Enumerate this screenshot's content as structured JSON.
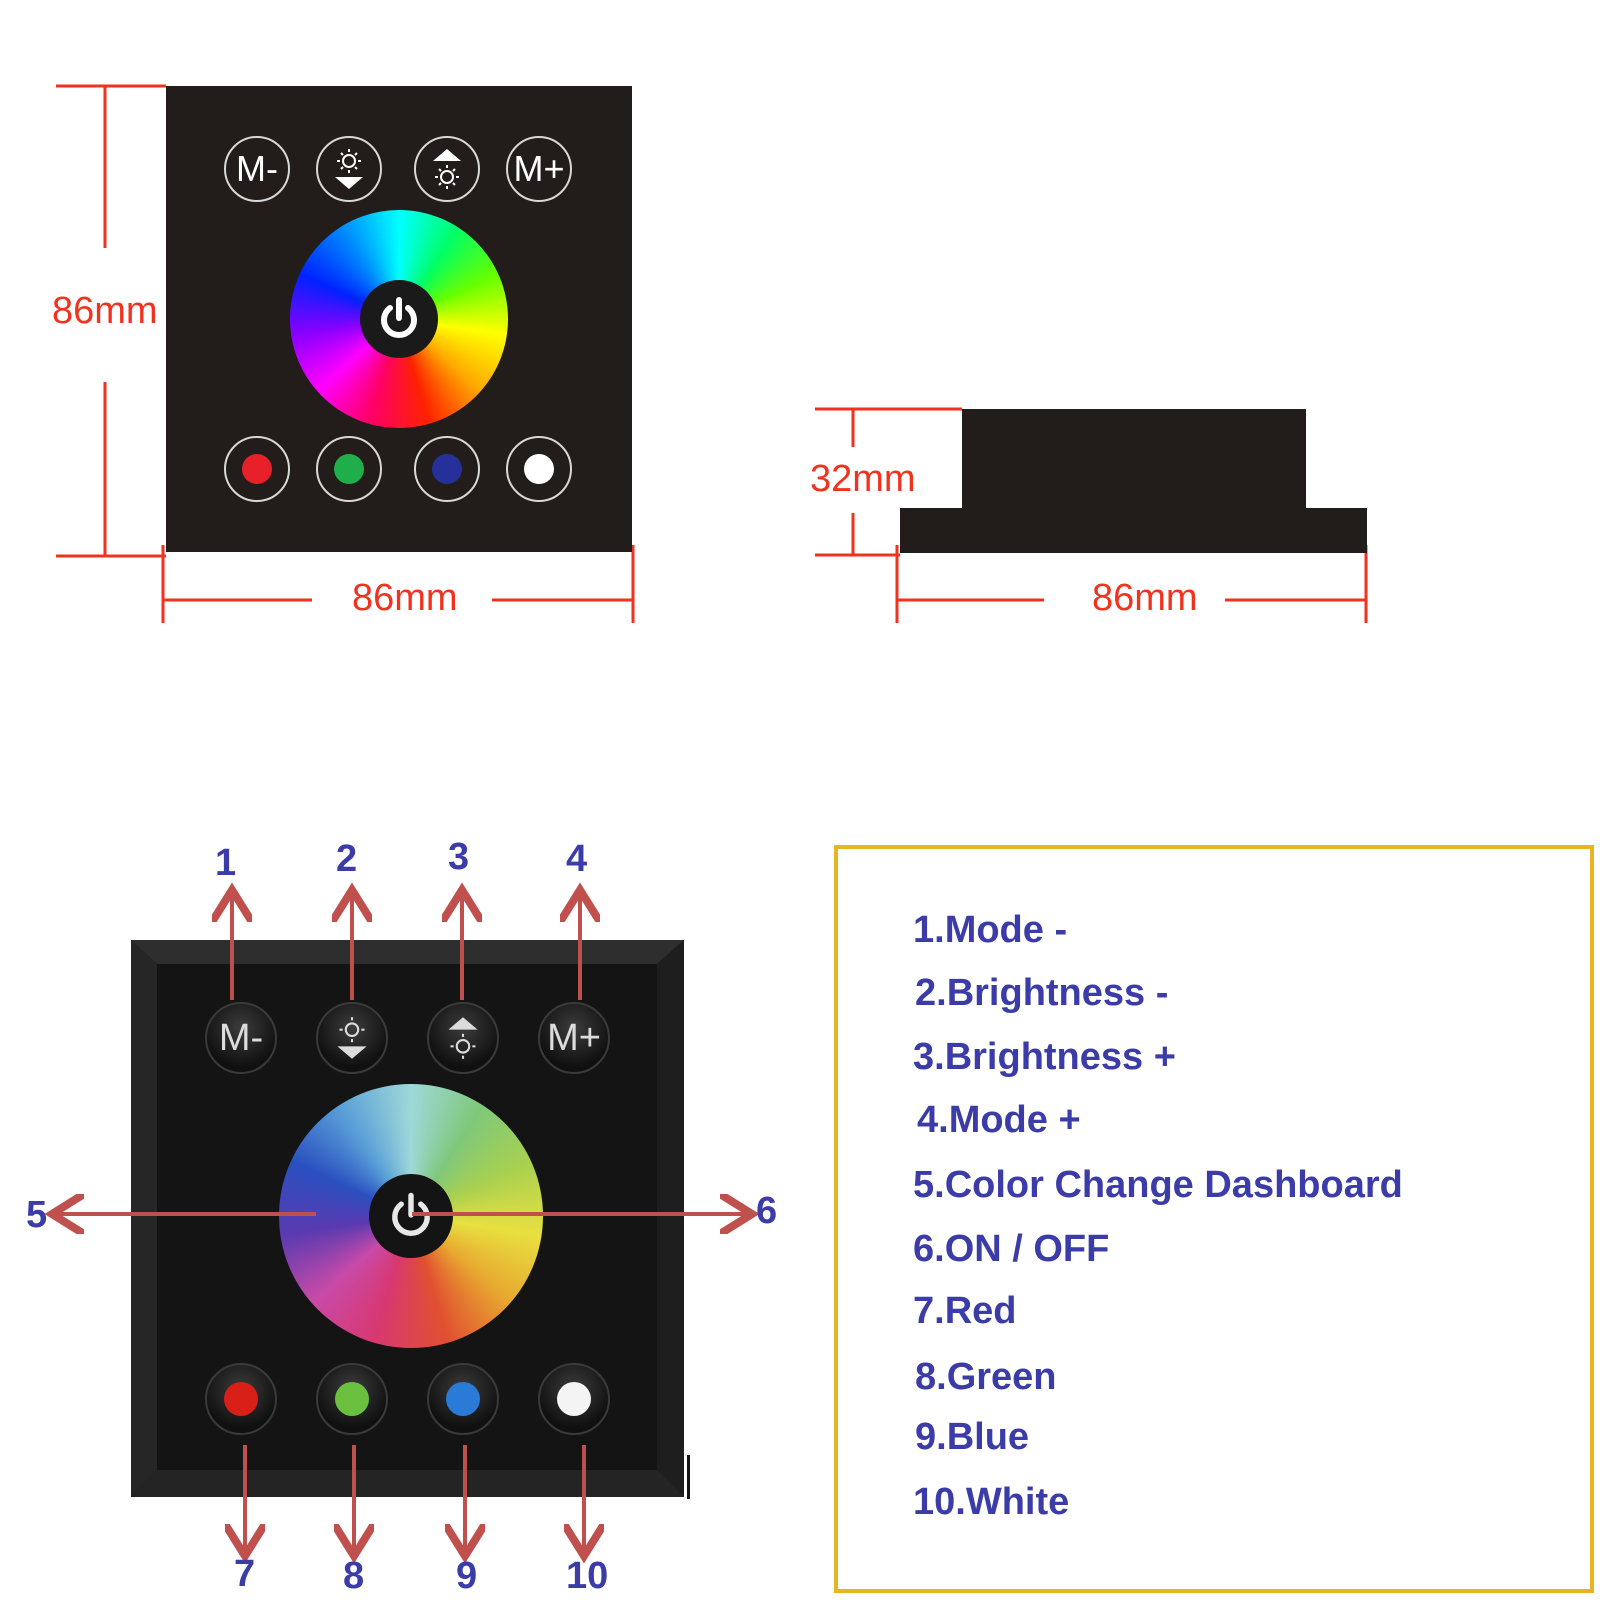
{
  "dimensions": {
    "front_height": "86mm",
    "front_width": "86mm",
    "side_depth": "32mm",
    "side_width": "86mm"
  },
  "panel": {
    "mode_minus_label": "M-",
    "mode_plus_label": "M+",
    "red_color": "#e8202a",
    "green_color": "#1fae4a",
    "blue_color": "#26309a",
    "white_color": "#ffffff",
    "photo_red": "#d82018",
    "photo_green": "#6cc040",
    "photo_blue": "#2a7ad8",
    "photo_white": "#f4f4f4"
  },
  "callouts": [
    "1",
    "2",
    "3",
    "4",
    "5",
    "6",
    "7",
    "8",
    "9",
    "10"
  ],
  "legend": {
    "border_color": "#e8b422",
    "text_color": "#3c3ca8",
    "items": [
      "1.Mode -",
      "2.Brightness -",
      "3.Brightness +",
      "4.Mode +",
      "5.Color Change Dashboard",
      "6.ON / OFF",
      "7.Red",
      "8.Green",
      "9.Blue",
      "10.White"
    ]
  },
  "icons": [
    "brightness-down-icon",
    "brightness-up-icon",
    "power-icon"
  ]
}
